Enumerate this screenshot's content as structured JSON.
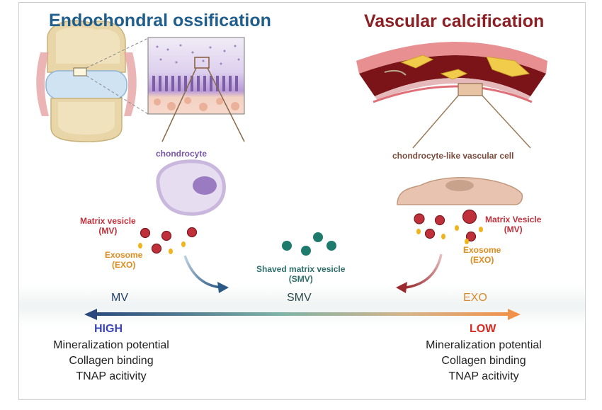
{
  "titles": {
    "left": "Endochondral ossification",
    "right": "Vascular calcification"
  },
  "left_panel": {
    "cell_label": "chondrocyte",
    "mv_label": "Matrix vesicle\n(MV)",
    "exo_label": "Exosome\n(EXO)"
  },
  "right_panel": {
    "cell_label": "chondrocyte-like vascular cell",
    "mv_label": "Matrix Vesicle\n(MV)",
    "exo_label": "Exosome\n(EXO)"
  },
  "center": {
    "smv_label": "Shaved matrix vesicle\n(SMV)"
  },
  "scale": {
    "left_abbr": "MV",
    "middle_abbr": "SMV",
    "right_abbr": "EXO",
    "left_level": "HIGH",
    "right_level": "LOW",
    "properties": [
      "Mineralization potential",
      "Collagen binding",
      "TNAP acitivity"
    ]
  },
  "colors": {
    "blue": "#1f5e8c",
    "dark_red": "#8c1f23",
    "purple": "#7a56a8",
    "vesicle_red": "#c0303a",
    "exosome_orange": "#f0b41e",
    "smv_teal": "#1f7a6e",
    "high": "#3a45b5",
    "low": "#d9281f"
  }
}
